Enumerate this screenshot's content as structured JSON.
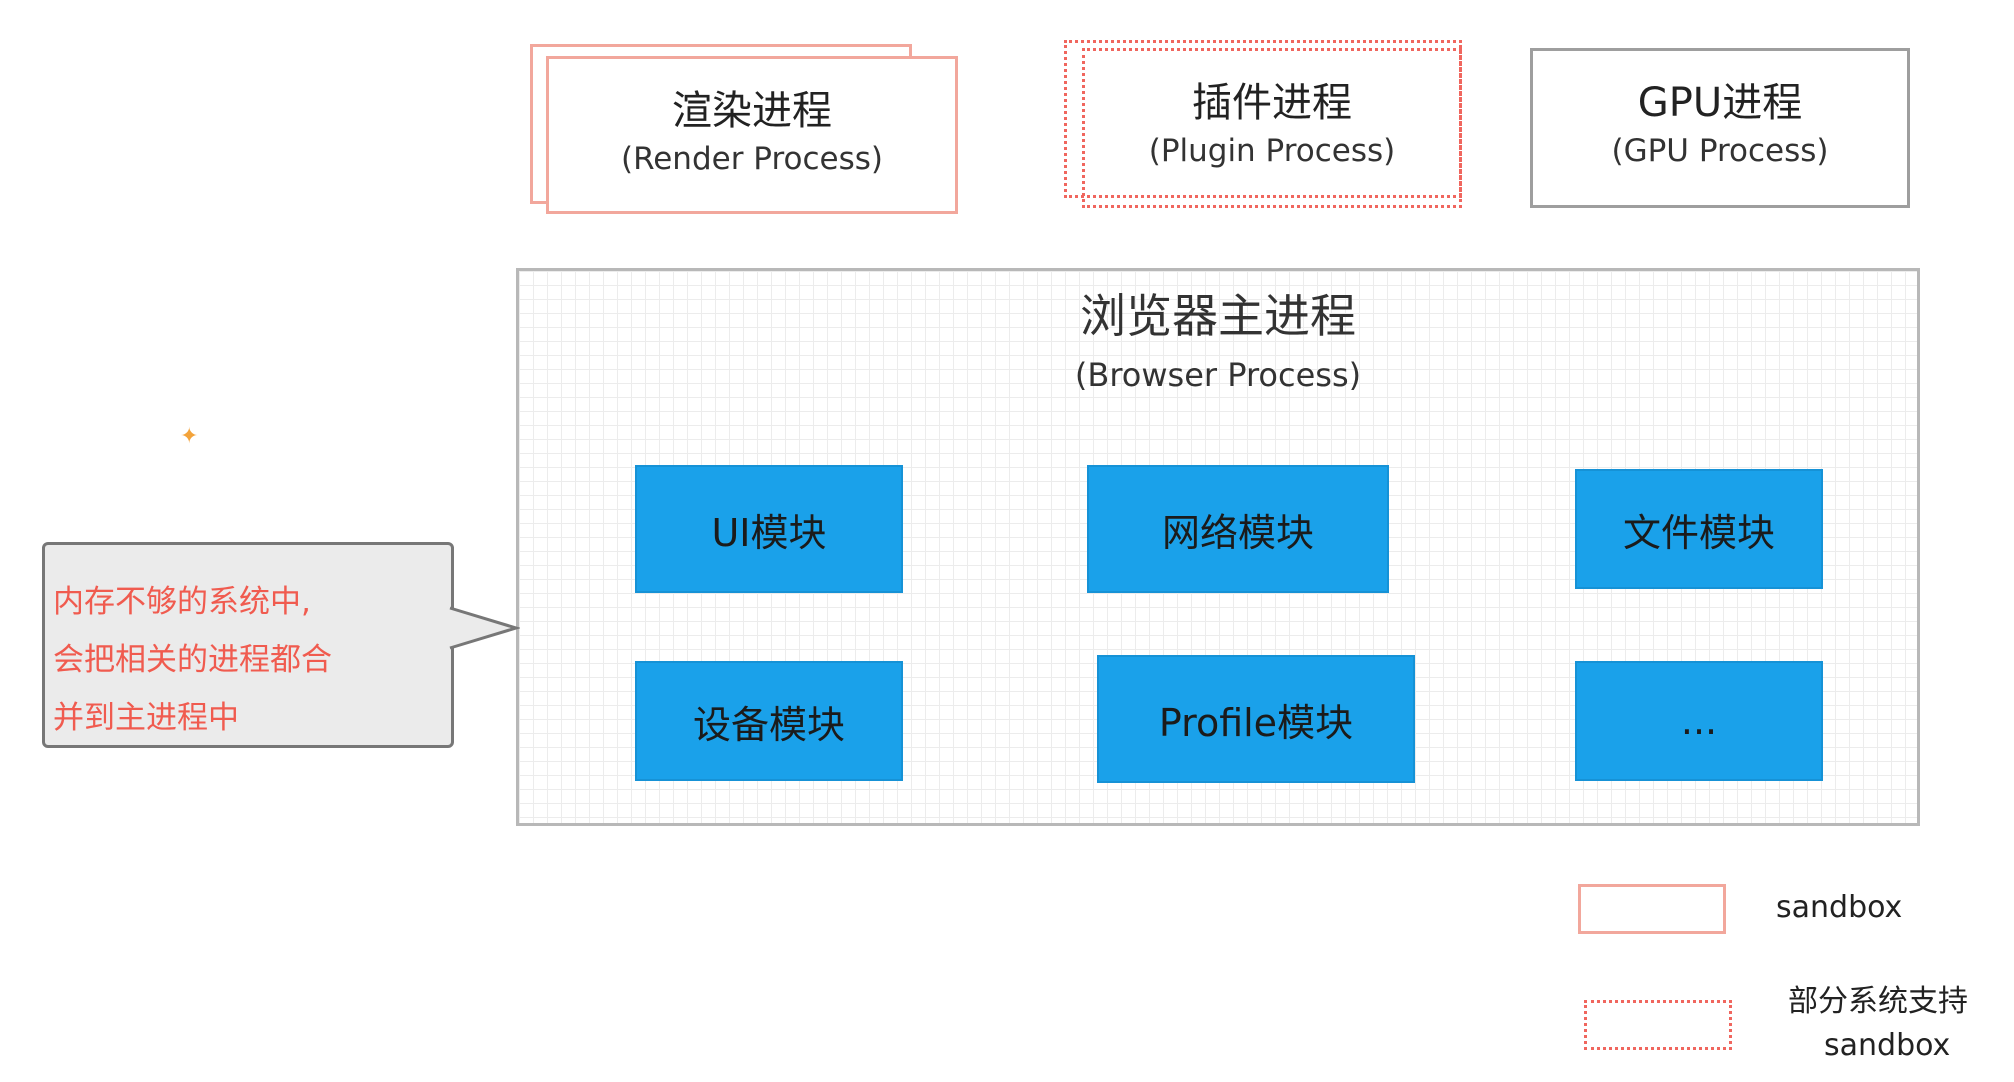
{
  "processes": {
    "render": {
      "title": "渲染进程",
      "subtitle": "(Render Process)"
    },
    "plugin": {
      "title": "插件进程",
      "subtitle": "(Plugin Process)"
    },
    "gpu": {
      "title": "GPU进程",
      "subtitle": "(GPU Process)"
    }
  },
  "browser": {
    "title": "浏览器主进程",
    "subtitle": "(Browser Process)",
    "modules": [
      "UI模块",
      "网络模块",
      "文件模块",
      "设备模块",
      "Profile模块",
      "..."
    ]
  },
  "callout": {
    "lines": [
      "内存不够的系统中,",
      "会把相关的进程都合",
      "并到主进程中"
    ]
  },
  "legend": {
    "sandbox_label": "sandbox",
    "partial_label_line1": "部分系统支持",
    "partial_label_line2": "sandbox"
  },
  "colors": {
    "sandbox_border": "#f2a79c",
    "partial_sandbox_border": "#f0665e",
    "module_fill": "#1aa1ea",
    "callout_text": "#f05b4f",
    "callout_fill": "#ebebeb"
  }
}
